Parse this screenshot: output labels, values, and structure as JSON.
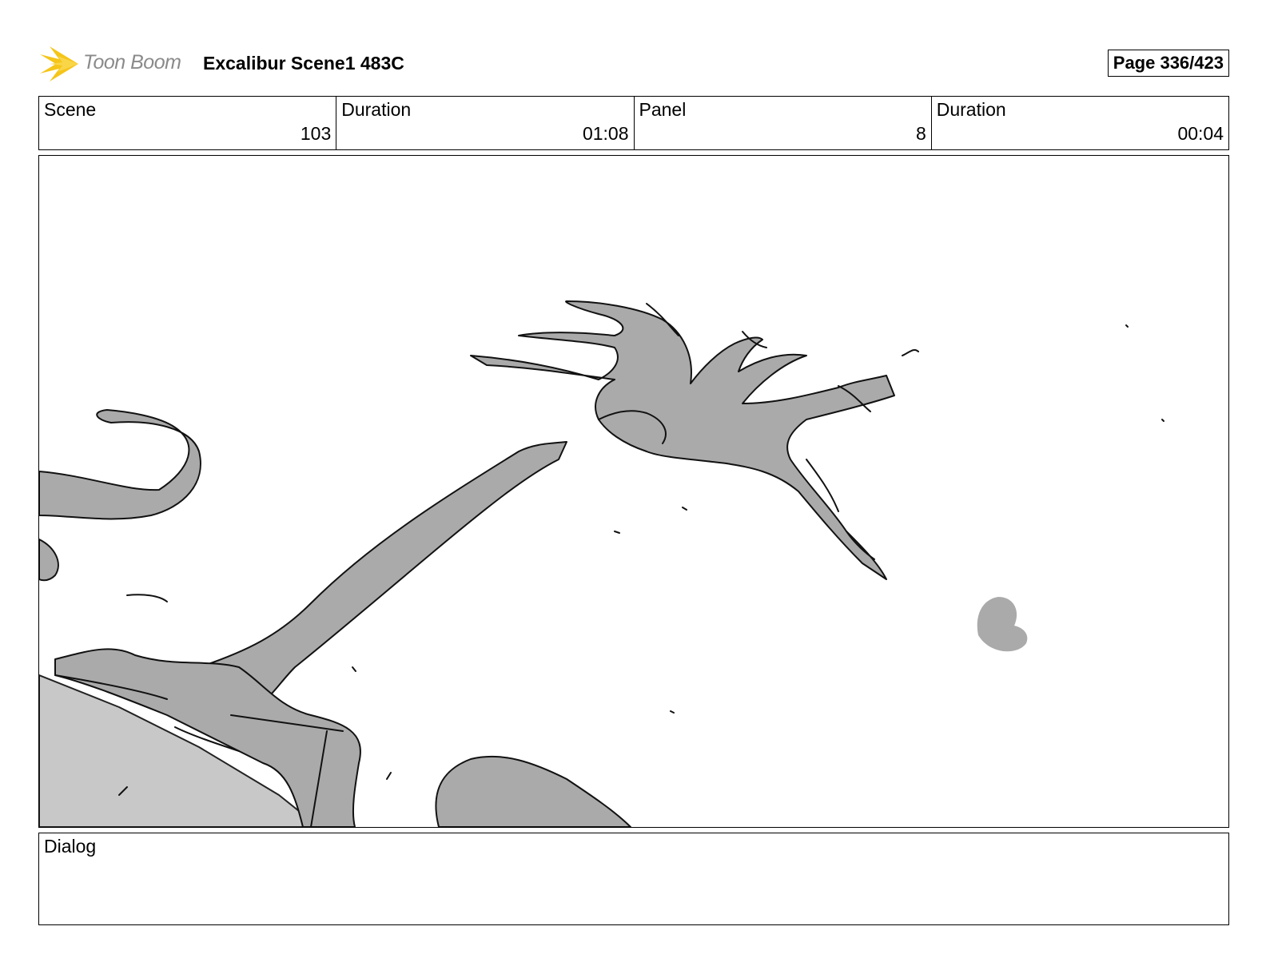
{
  "header": {
    "logo_text": "Toon Boom",
    "title": "Excalibur Scene1 483C",
    "page": "Page 336/423"
  },
  "info": {
    "scene_label": "Scene",
    "scene_value": "103",
    "scene_duration_label": "Duration",
    "scene_duration_value": "01:08",
    "panel_label": "Panel",
    "panel_value": "8",
    "panel_duration_label": "Duration",
    "panel_duration_value": "00:04"
  },
  "dialog": {
    "label": "Dialog"
  },
  "colors": {
    "brand_yellow": "#f5c518",
    "sketch_gray": "#aaaaaa",
    "ground_gray": "#c8c8c8"
  }
}
